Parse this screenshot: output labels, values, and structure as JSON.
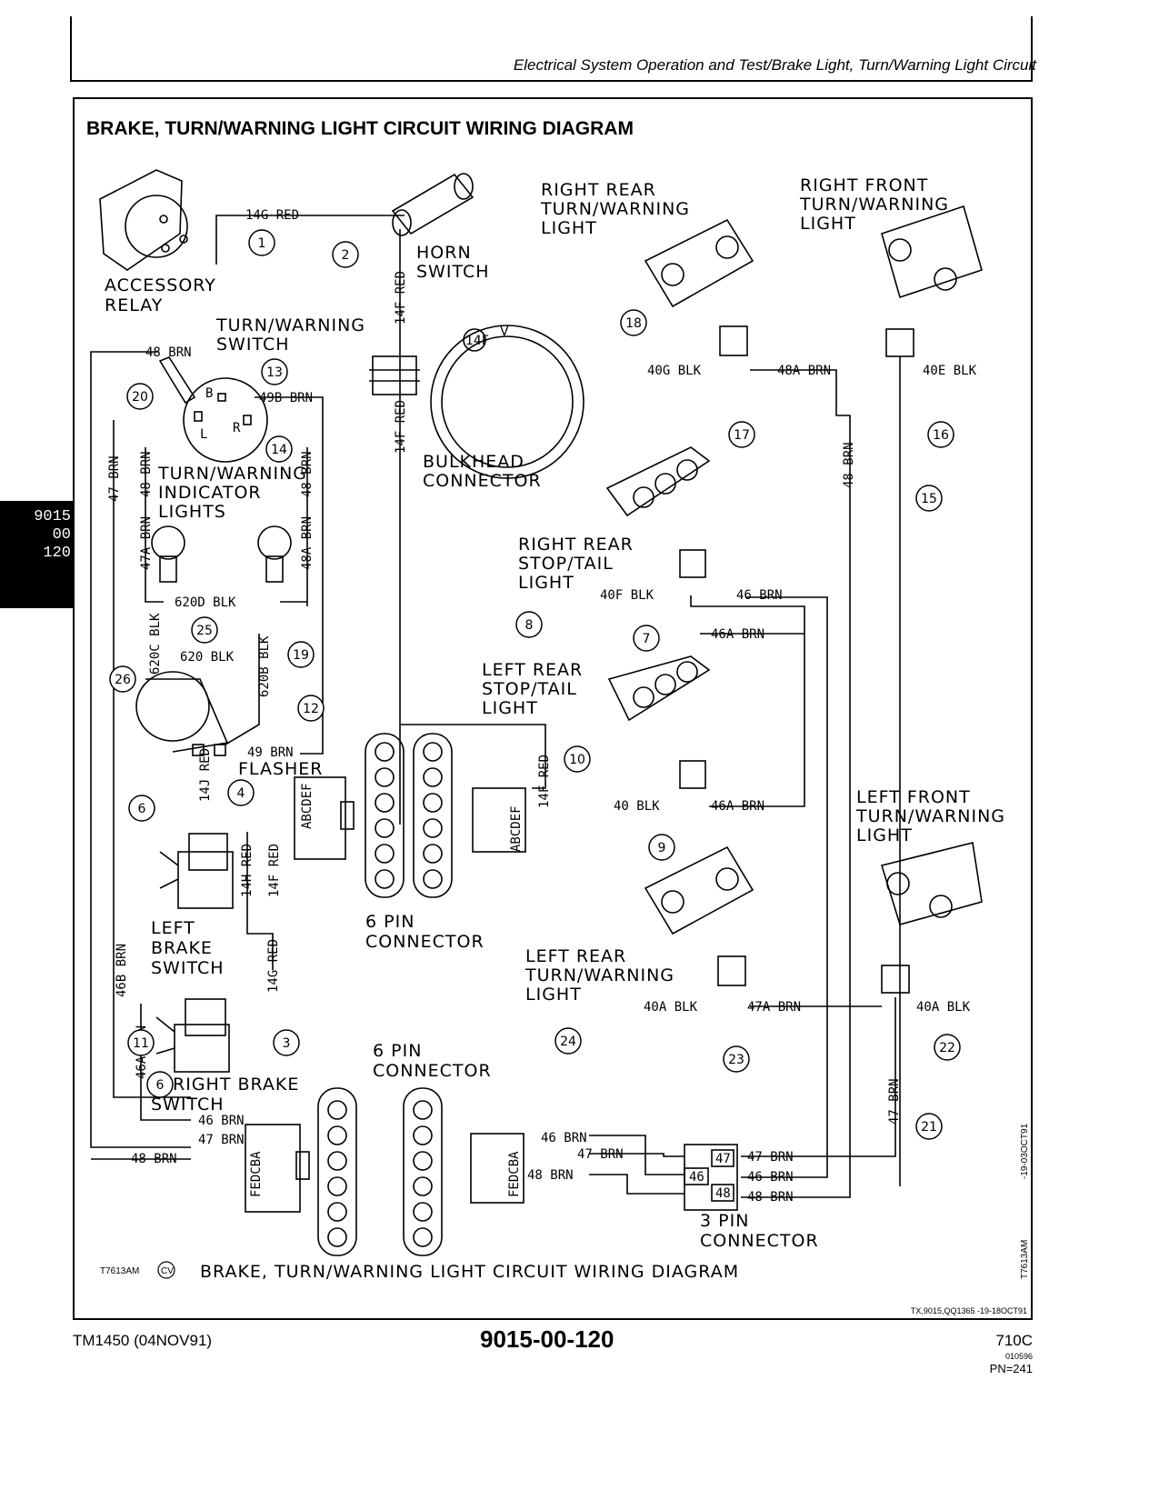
{
  "header": {
    "running_head": "Electrical System Operation and Test/Brake Light, Turn/Warning Light Circuit"
  },
  "section_title": "BRAKE, TURN/WARNING LIGHT CIRCUIT WIRING DIAGRAM",
  "side_tab": [
    "9015",
    "00",
    "120"
  ],
  "components": {
    "accessory_relay": [
      "ACCESSORY",
      "RELAY"
    ],
    "horn_switch": [
      "HORN",
      "SWITCH"
    ],
    "turn_warning_switch": [
      "TURN/WARNING",
      "SWITCH"
    ],
    "turn_warning_indicator": [
      "TURN/WARNING",
      "INDICATOR",
      "LIGHTS"
    ],
    "bulkhead_connector": [
      "BULKHEAD",
      "CONNECTOR"
    ],
    "flasher": "FLASHER",
    "left_brake_switch": [
      "LEFT",
      "BRAKE",
      "SWITCH"
    ],
    "right_brake_switch": [
      "RIGHT BRAKE",
      "SWITCH"
    ],
    "six_pin_connector": [
      "6 PIN",
      "CONNECTOR"
    ],
    "three_pin_connector": [
      "3 PIN",
      "CONNECTOR"
    ],
    "right_rear_turn": [
      "RIGHT REAR",
      "TURN/WARNING",
      "LIGHT"
    ],
    "right_front_turn": [
      "RIGHT FRONT",
      "TURN/WARNING",
      "LIGHT"
    ],
    "right_rear_stop": [
      "RIGHT REAR",
      "STOP/TAIL",
      "LIGHT"
    ],
    "left_rear_stop": [
      "LEFT REAR",
      "STOP/TAIL",
      "LIGHT"
    ],
    "left_front_turn": [
      "LEFT FRONT",
      "TURN/WARNING",
      "LIGHT"
    ],
    "left_rear_turn": [
      "LEFT REAR",
      "TURN/WARNING",
      "LIGHT"
    ]
  },
  "wires": {
    "w14g_red": "14G RED",
    "w14f_red": "14F RED",
    "w14f": "14F",
    "w48_brn": "48 BRN",
    "w49b_brn": "49B BRN",
    "w47_brn": "47 BRN",
    "w47a_brn": "47A BRN",
    "w48a_brn": "48A BRN",
    "w620d_blk": "620D BLK",
    "w620c_blk": "620C BLK",
    "w620_blk": "620 BLK",
    "w620b_blk": "620B BLK",
    "w49_brn": "49 BRN",
    "w14j_red": "14J RED",
    "w14h_red": "14H RED",
    "w14g": "14G RED",
    "w46b_brn": "46B BRN",
    "w46a_brn": "46A BRN",
    "w46_brn": "46 BRN",
    "w40g_blk": "40G BLK",
    "w40e_blk": "40E BLK",
    "w40f_blk": "40F BLK",
    "w40_blk": "40 BLK",
    "w40a_blk": "40A BLK",
    "pins_abcdef": "ABCDEF",
    "pins_fedcba": "FEDCBA",
    "pin_47": "47",
    "pin_46": "46",
    "pin_48": "48",
    "term_b": "B",
    "term_l": "L",
    "term_r": "R",
    "horn_14f": "14F",
    "horn_v": "V"
  },
  "callouts": [
    "1",
    "2",
    "3",
    "4",
    "6",
    "7",
    "8",
    "9",
    "10",
    "11",
    "12",
    "13",
    "14",
    "15",
    "16",
    "17",
    "18",
    "19",
    "20",
    "21",
    "22",
    "23",
    "24",
    "25",
    "26",
    "6"
  ],
  "caption": {
    "code": "T7613AM",
    "cv": "CV",
    "text": "BRAKE, TURN/WARNING LIGHT CIRCUIT WIRING DIAGRAM",
    "vert_code": "T7613AM",
    "vert_date": "-19-03OCT91"
  },
  "footer": {
    "tx_ref": "TX,9015,QQ1365 -19-18OCT91",
    "doc_id": "TM1450 (04NOV91)",
    "page_number": "9015-00-120",
    "model": "710C",
    "small_code": "010596",
    "pn": "PN=241"
  }
}
